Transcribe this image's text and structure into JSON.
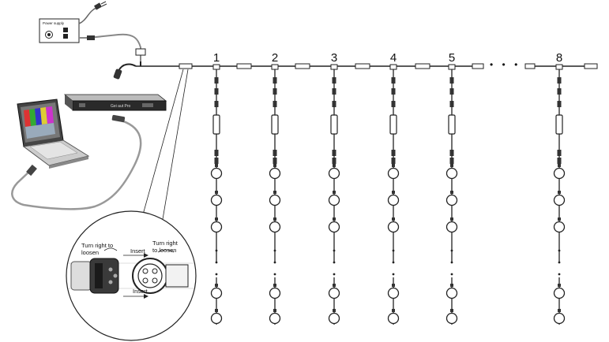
{
  "power_supply": {
    "label": "Power supply"
  },
  "controller": {
    "label": "Gei aut Pro"
  },
  "string_numbers": [
    "1",
    "2",
    "3",
    "4",
    "5",
    "8"
  ],
  "ellipsis": "• • •",
  "connector_callout": {
    "turn_right_left": "Turn right to\nloosen",
    "turn_right_right": "Turn right\nto loosen",
    "insert_top": "Insert",
    "insert_bottom": "Insert"
  },
  "colors": {
    "line": "#222222",
    "cable": "#888888",
    "laptop_dark": "#3a3a3a"
  }
}
